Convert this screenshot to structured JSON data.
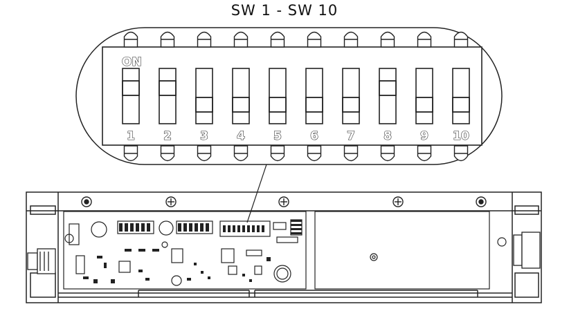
{
  "title": "SW 1 - SW 10",
  "on_label": "ON",
  "switches": [
    {
      "label": "1",
      "on": true
    },
    {
      "label": "2",
      "on": true
    },
    {
      "label": "3",
      "on": false
    },
    {
      "label": "4",
      "on": false
    },
    {
      "label": "5",
      "on": false
    },
    {
      "label": "6",
      "on": false
    },
    {
      "label": "7",
      "on": false
    },
    {
      "label": "8",
      "on": true
    },
    {
      "label": "9",
      "on": false
    },
    {
      "label": "10",
      "on": false
    }
  ]
}
